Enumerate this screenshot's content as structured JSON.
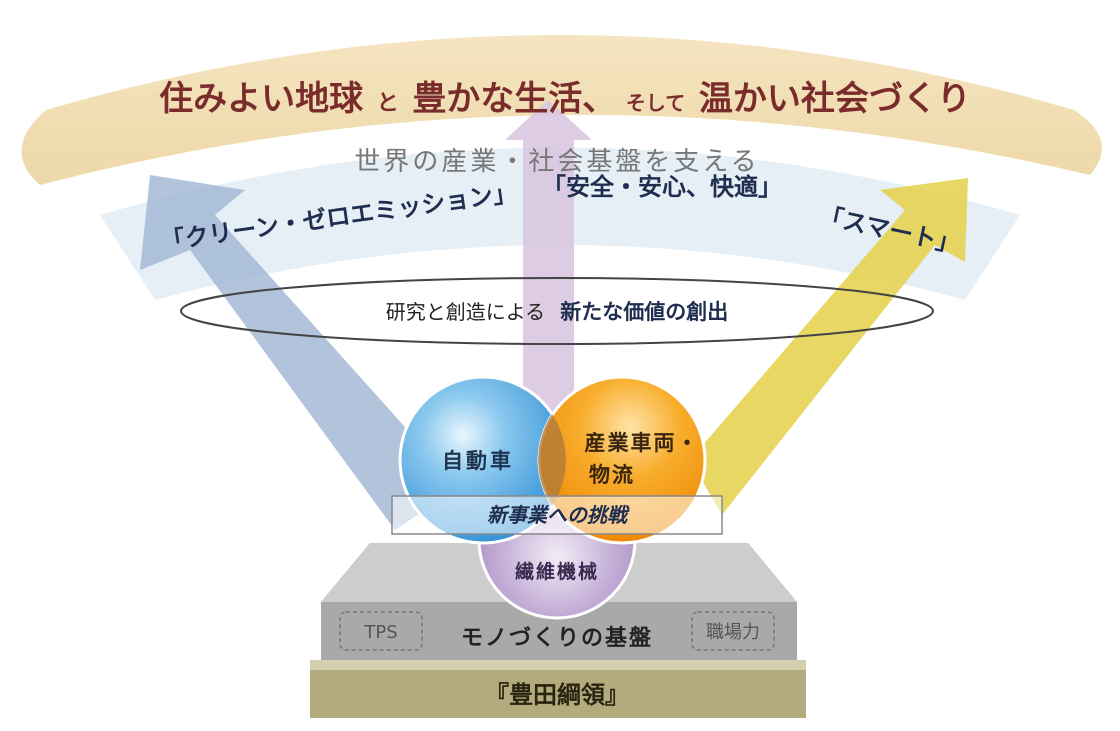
{
  "banner": {
    "part1": "住みよい地球",
    "conj1": "と",
    "part2": "豊かな生活、",
    "conj2": "そして",
    "part3": "温かい社会づくり"
  },
  "band": {
    "heading": "世界の産業・社会基盤を支える",
    "value1": "「クリーン・ゼロエミッション」",
    "value2": "「安全・安心、快適」",
    "value3": "「スマート」"
  },
  "ellipse": {
    "prefix": "研究と創造による",
    "emphasis": "新たな価値の創出"
  },
  "circles": {
    "automobile": "自動車",
    "industrial_line1": "産業車両・",
    "industrial_line2": "物流",
    "textile": "繊維機械"
  },
  "new_business": "新事業への挑戦",
  "foundation": {
    "left_badge": "TPS",
    "label": "モノづくりの基盤",
    "right_badge": "職場力"
  },
  "base": "『豊田綱領』",
  "colors": {
    "banner": "#f1dfb8",
    "banner_text": "#7a2a2a",
    "band": "#e3edf3",
    "blue_arrow": "#a9bcd8",
    "purple_arrow": "#d8c3df",
    "yellow_arrow": "#e7d45a",
    "automobile": "#3a9bdc",
    "industrial": "#f39200",
    "textile": "#a58cc0",
    "foundation": "#bcbcbc",
    "base": "#b5ad80"
  }
}
